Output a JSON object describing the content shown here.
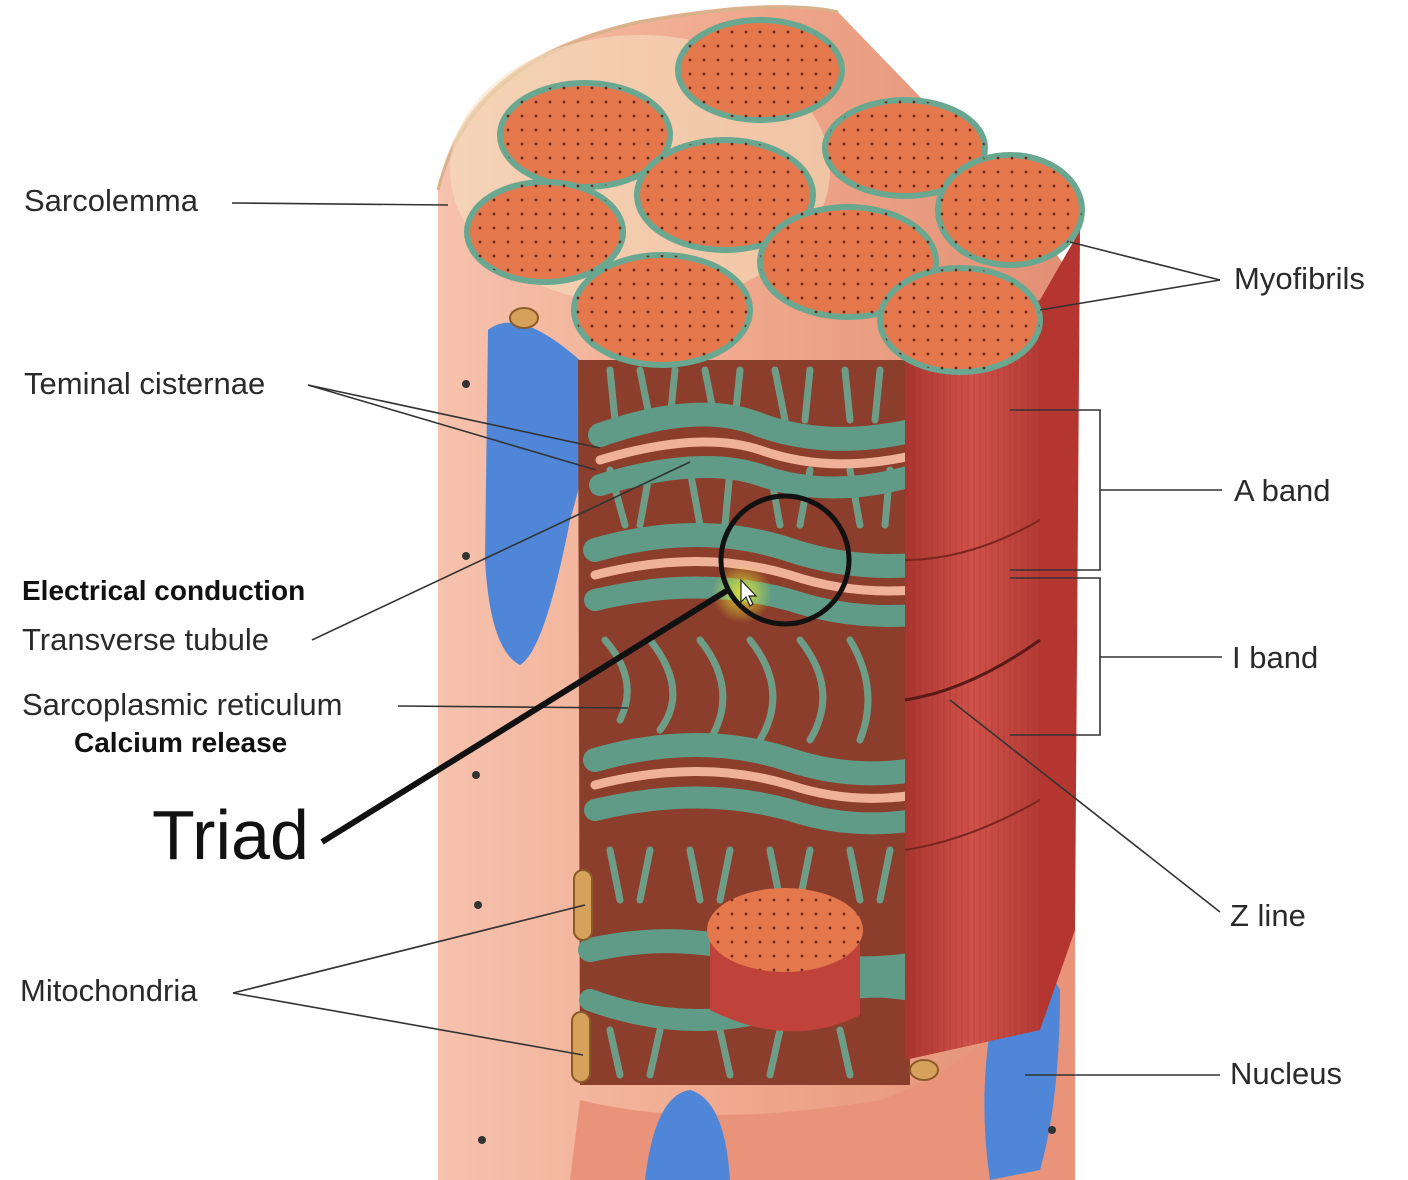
{
  "labels": {
    "sarcolemma": "Sarcolemma",
    "teminal_cisternae": "Teminal cisternae",
    "electrical_conduction": "Electrical conduction",
    "transverse_tubule": "Transverse tubule",
    "sarcoplasmic_reticulum": "Sarcoplasmic reticulum",
    "calcium_release": "Calcium release",
    "triad": "Triad",
    "mitochondria": "Mitochondria",
    "myofibrils": "Myofibrils",
    "a_band": "A band",
    "i_band": "I band",
    "z_line": "Z line",
    "nucleus": "Nucleus"
  },
  "colors": {
    "muscle_fiber": "#efa78b",
    "myofibril_top": "#e5774d",
    "myofibril_side": "#c8403a",
    "reticulum": "#5f9b86",
    "tubule": "#f0b19b",
    "nucleus": "#4f86d8",
    "leader_line": "#333333",
    "highlight": "#d8e02a"
  },
  "icons": {
    "cursor": "mouse-pointer-icon"
  }
}
